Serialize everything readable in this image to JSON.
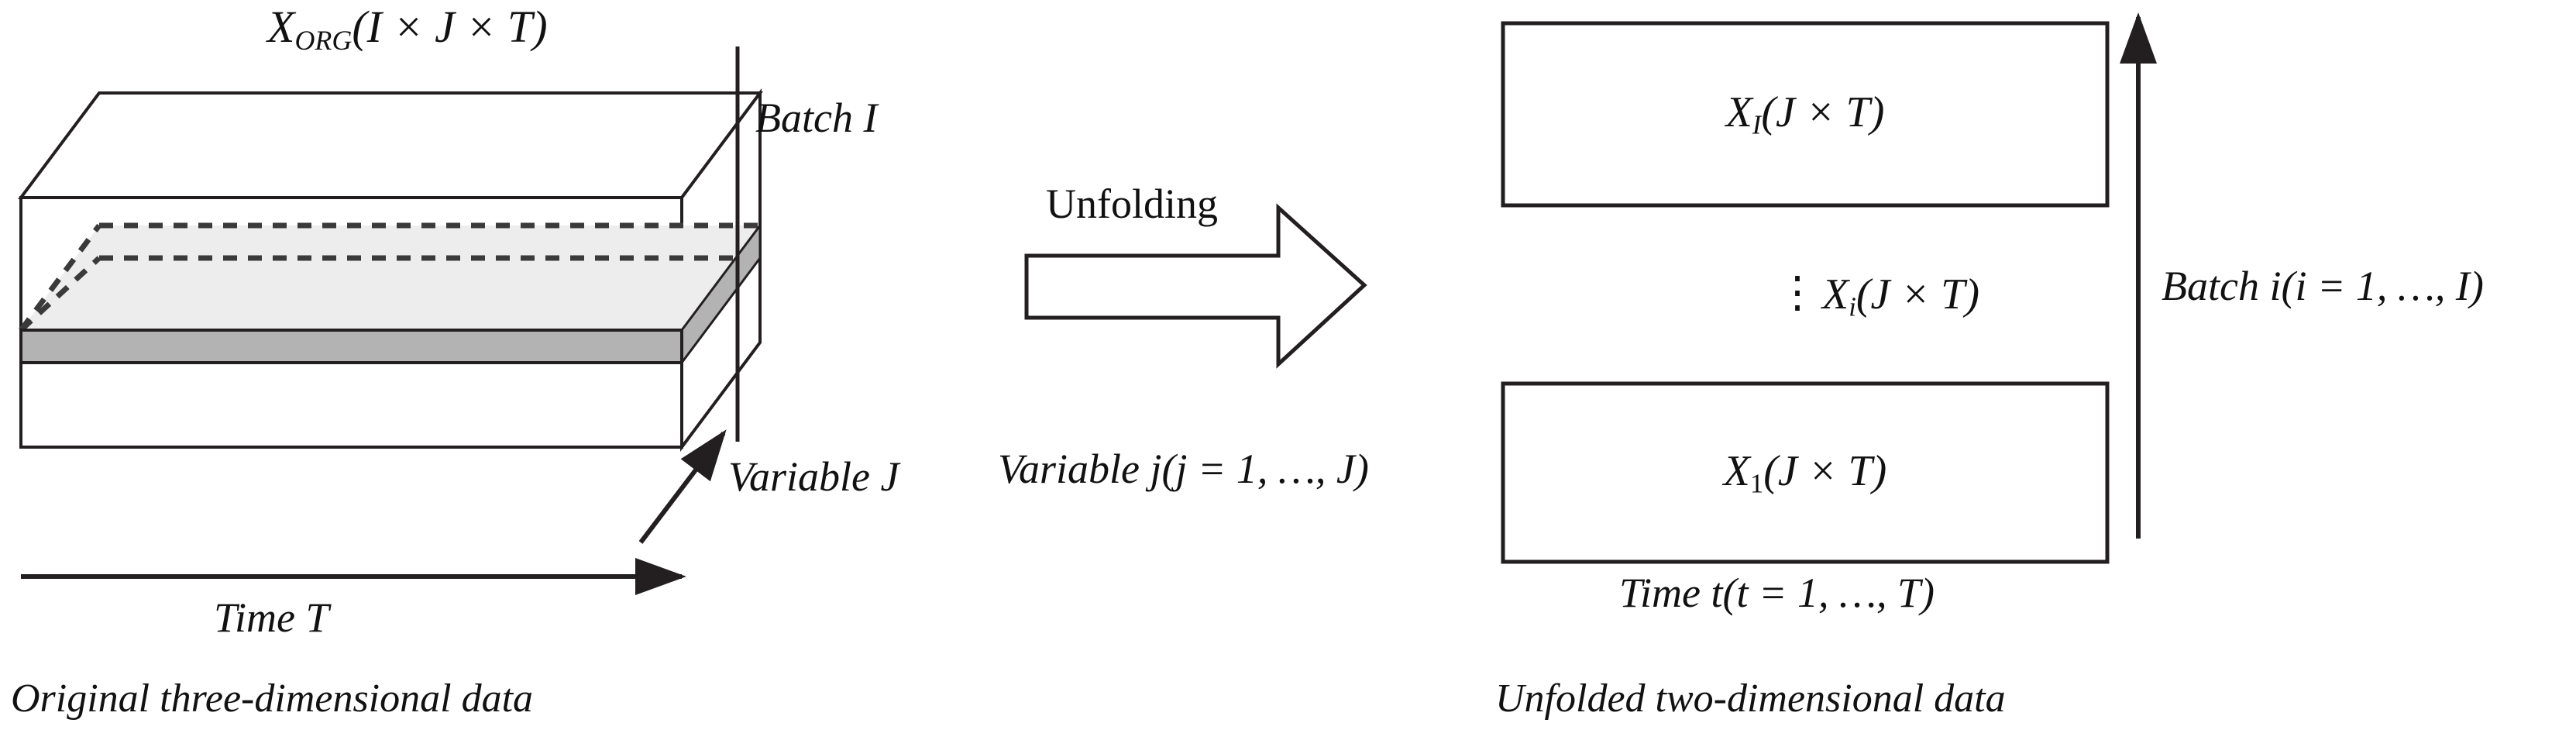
{
  "diagram": {
    "title_left": "X_ORG(I × J × T)",
    "left_panel": {
      "cube_label": {
        "base": "X",
        "sub": "ORG",
        "dims": "(I × J × T)"
      },
      "axis_time": "Time T",
      "axis_variable": "Variable J",
      "axis_batch": "Batch I",
      "caption": "Original three-dimensional data"
    },
    "transform": {
      "arrow_label": "Unfolding",
      "arrow_icon": "right-block-arrow-icon"
    },
    "right_panel": {
      "box_top": {
        "base": "X",
        "sub": "I",
        "dims": "(J × T)"
      },
      "box_middle_ellipsis": "⋮",
      "box_middle": {
        "base": "X",
        "sub": "i",
        "dims": "(J × T)"
      },
      "box_bottom": {
        "base": "X",
        "sub": "1",
        "dims": "(J × T)"
      },
      "axis_variable": "Variable j(j = 1, …, J)",
      "axis_time": "Time t(t = 1, …, T)",
      "axis_batch": "Batch i(i = 1, …, I)",
      "caption": "Unfolded two-dimensional data"
    },
    "colors": {
      "stroke": "#231f20",
      "slab_front": "#b3b3b3",
      "slab_top": "#ededed",
      "background": "#ffffff"
    }
  }
}
